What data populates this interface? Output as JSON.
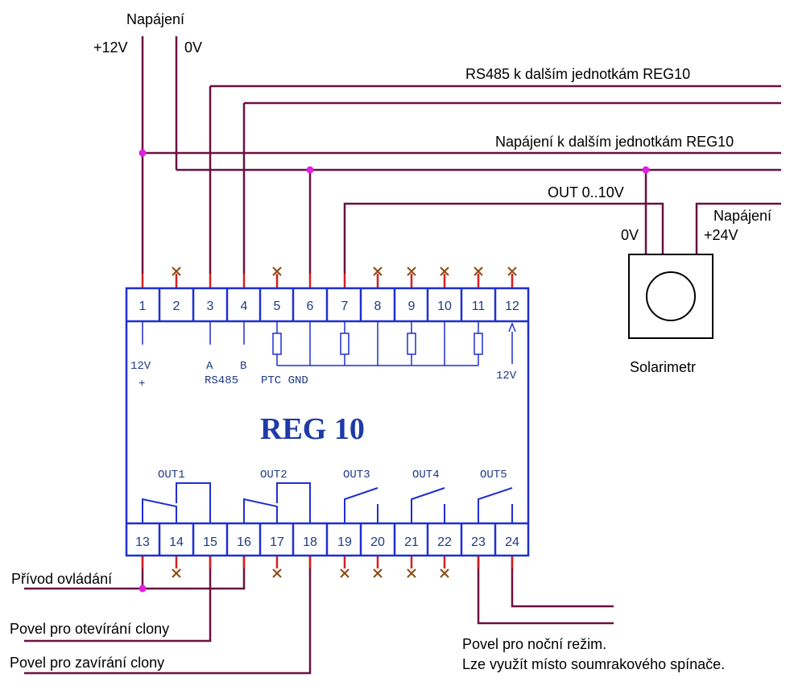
{
  "colors": {
    "wire": "#6b1040",
    "module": "#1f2fd0",
    "text_blue": "#1f3a86",
    "terminal_stub": "#d42020",
    "junction": "#e020e0",
    "nc_mark": "#8b4a10"
  },
  "labels": {
    "supply": "Napájení",
    "plus12v": "+12V",
    "zero_v_top": "0V",
    "rs485_bus": "RS485 k dalším jednotkám REG10",
    "supply_bus": "Napájení k dalším jednotkám REG10",
    "out_0_10v": "OUT 0..10V",
    "sensor_0v": "0V",
    "sensor_supply": "Napájení",
    "sensor_24v": "+24V",
    "solarimeter": "Solarimetr",
    "control_supply": "Přívod ovládání",
    "open_cmd": "Povel pro otevírání clony",
    "close_cmd": "Povel pro zavírání clony",
    "night_mode_1": "Povel pro noční režim.",
    "night_mode_2": "Lze využít místo soumrakového spínače."
  },
  "module": {
    "title": "REG 10",
    "top_terminals": [
      "1",
      "2",
      "3",
      "4",
      "5",
      "6",
      "7",
      "8",
      "9",
      "10",
      "11",
      "12"
    ],
    "bottom_terminals": [
      "13",
      "14",
      "15",
      "16",
      "17",
      "18",
      "19",
      "20",
      "21",
      "22",
      "23",
      "24"
    ],
    "inner": {
      "v12": "12V",
      "plus": "+",
      "a": "A",
      "b": "B",
      "rs485": "RS485",
      "ptc_gnd": "PTC GND",
      "v12_right": "12V"
    },
    "outputs": [
      "OUT1",
      "OUT2",
      "OUT3",
      "OUT4",
      "OUT5"
    ]
  }
}
